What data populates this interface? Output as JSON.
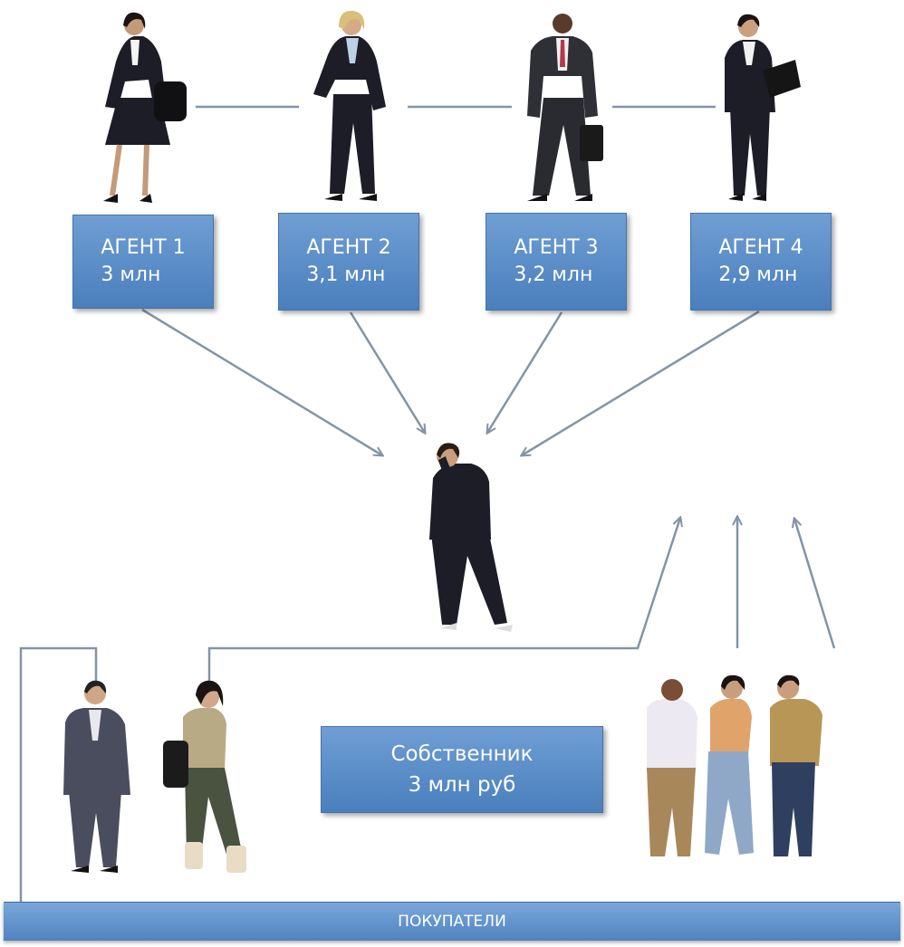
{
  "agents": [
    {
      "name": "АГЕНТ 1",
      "price": "3 млн"
    },
    {
      "name": "АГЕНТ 2",
      "price": "3,1 млн"
    },
    {
      "name": "АГЕНТ 3",
      "price": "3,2 млн"
    },
    {
      "name": "АГЕНТ 4",
      "price": "2,9 млн"
    }
  ],
  "owner": {
    "line1": "Собственник",
    "line2": "3 млн руб"
  },
  "buyers_label": "ПОКУПАТЕЛИ",
  "colors": {
    "box": "#5b8fcc",
    "connector": "#8494a6",
    "suit": "#1c1d26"
  }
}
